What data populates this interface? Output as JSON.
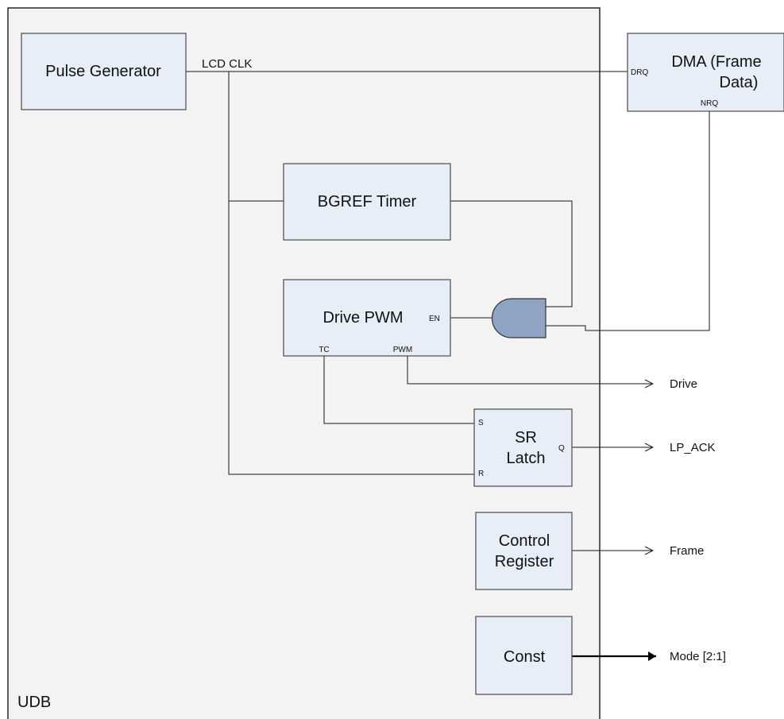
{
  "container_label": "UDB",
  "blocks": {
    "pulse_generator": "Pulse Generator",
    "dma_line1": "DMA (Frame",
    "dma_line2": "Data)",
    "bgref_timer": "BGREF Timer",
    "drive_pwm": "Drive PWM",
    "sr_latch_line1": "SR",
    "sr_latch_line2": "Latch",
    "control_register_line1": "Control",
    "control_register_line2": "Register",
    "const": "Const"
  },
  "pins": {
    "dma_drq": "DRQ",
    "dma_nrq": "NRQ",
    "pwm_en": "EN",
    "pwm_tc": "TC",
    "pwm_pwm": "PWM",
    "latch_s": "S",
    "latch_r": "R",
    "latch_q": "Q"
  },
  "signals": {
    "lcd_clk": "LCD CLK",
    "drive": "Drive",
    "lp_ack": "LP_ACK",
    "frame": "Frame",
    "mode": "Mode [2:1]"
  },
  "colors": {
    "block_fill": "#e8eef7",
    "container_fill": "#f3f3f3",
    "gate_fill": "#8ea4c2"
  }
}
